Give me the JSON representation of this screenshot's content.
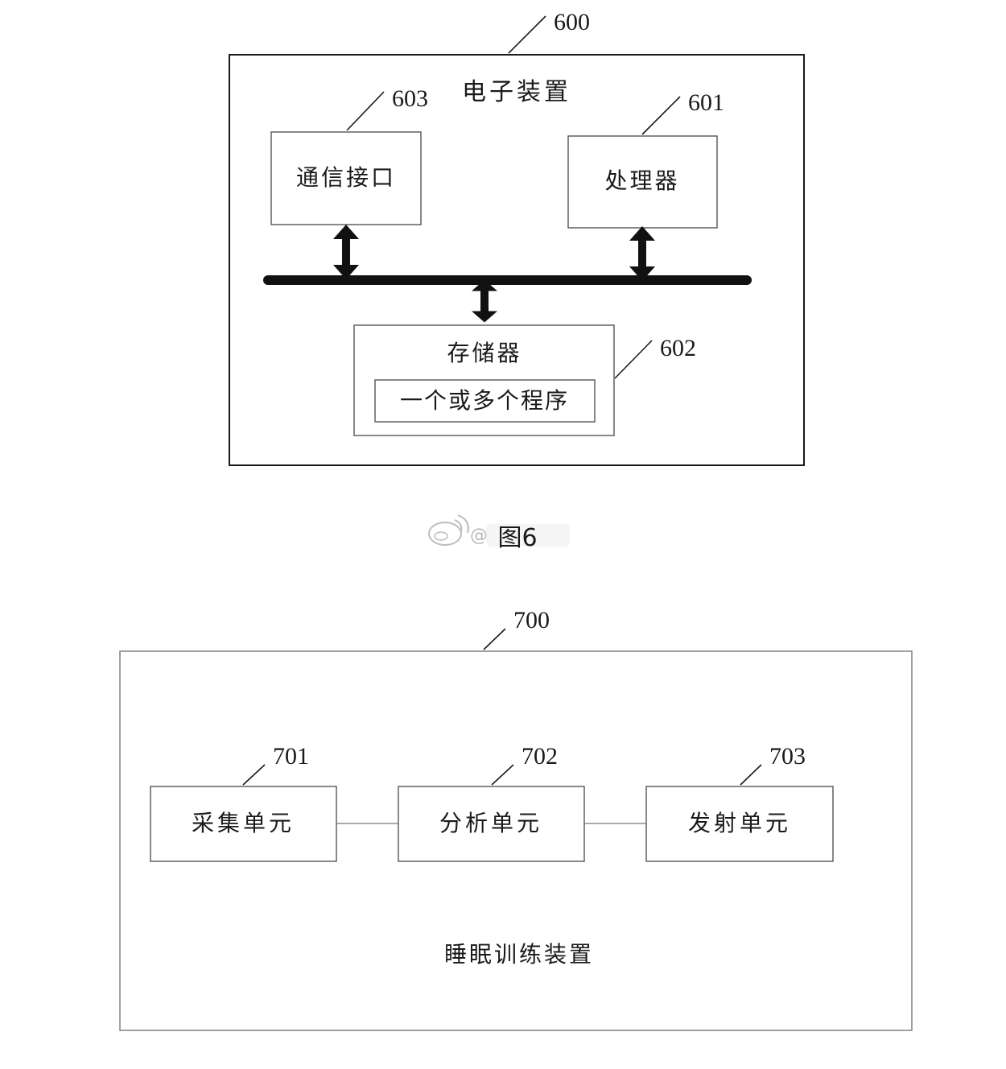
{
  "figure6": {
    "device": {
      "ref": "600",
      "label": "电子装置"
    },
    "comm": {
      "ref": "603",
      "label": "通信接口"
    },
    "processor": {
      "ref": "601",
      "label": "处理器"
    },
    "memory": {
      "ref": "602",
      "label": "存储器",
      "inner_label": "一个或多个程序"
    },
    "caption": "图6"
  },
  "figure7": {
    "device": {
      "ref": "700",
      "label": "睡眠训练装置"
    },
    "units": [
      {
        "ref": "701",
        "label": "采集单元"
      },
      {
        "ref": "702",
        "label": "分析单元"
      },
      {
        "ref": "703",
        "label": "发射单元"
      }
    ]
  },
  "watermark": {
    "text": "@"
  },
  "colors": {
    "line": "#1a1a1a",
    "thin_line": "#555555",
    "watermark": "#b8b8b8"
  }
}
